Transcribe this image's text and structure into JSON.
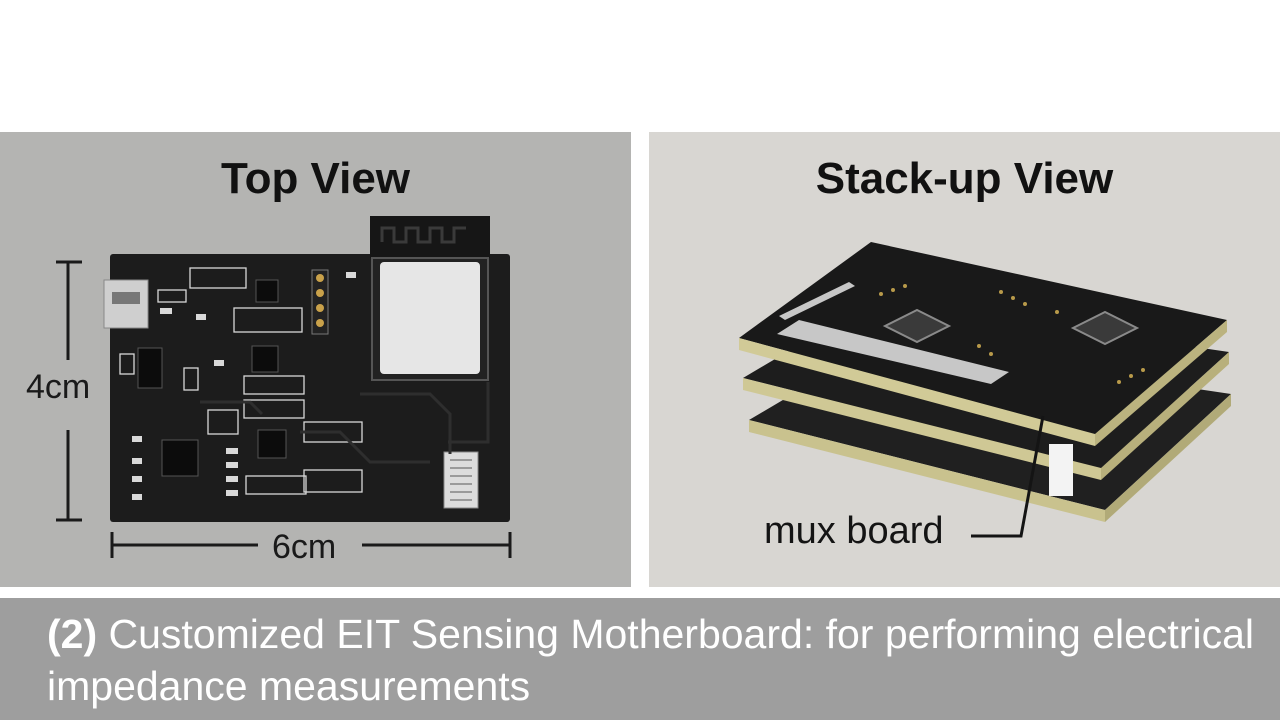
{
  "panels": {
    "top_view": {
      "title": "Top View",
      "height_label": "4cm",
      "width_label": "6cm"
    },
    "stack_view": {
      "title": "Stack-up View",
      "callout": "mux board"
    }
  },
  "caption": {
    "prefix": "(2)",
    "text": " Customized EIT Sensing Motherboard: for performing electrical impedance measurements"
  },
  "colors": {
    "caption_bg": "#9e9e9e",
    "pcb": "#1b1b1b",
    "left_bg": "#b4b4b2",
    "right_bg": "#d8d6d2"
  },
  "icons": [
    "pcb-top-photo",
    "pcb-stack-photo",
    "usb-connector-icon",
    "wifi-module-icon",
    "header-pins-icon",
    "ic-chip-icon"
  ]
}
